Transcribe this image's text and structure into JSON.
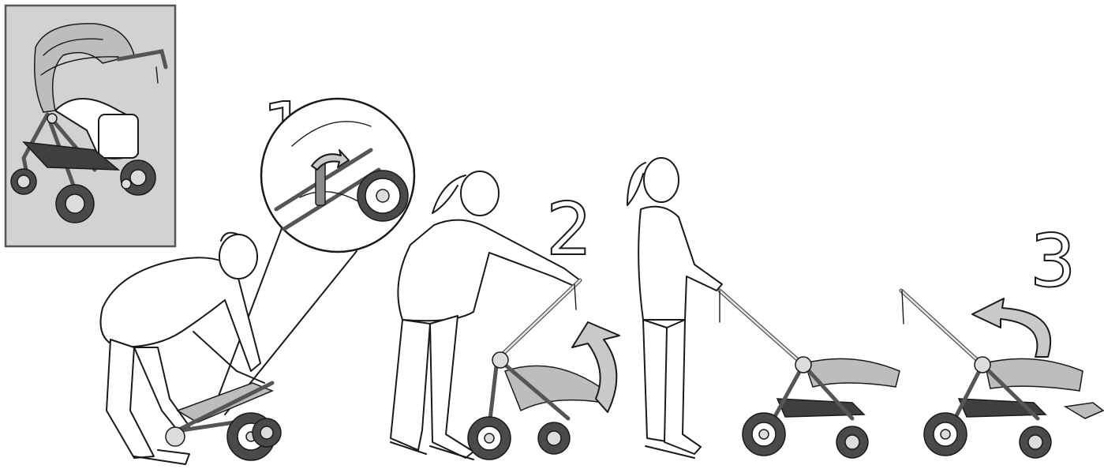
{
  "steps": [
    {
      "number": "1"
    },
    {
      "number": "2"
    },
    {
      "number": "3"
    }
  ],
  "colors": {
    "thumbnail_background": "#d2d2d2",
    "arrow_fill": "#c9c9c9",
    "line": "#1a1a1a"
  },
  "icons": [
    "stroller-thumbnail",
    "person-folding-stroller",
    "zoom-detail-circle",
    "curved-arrow-up",
    "curved-arrow-left"
  ]
}
